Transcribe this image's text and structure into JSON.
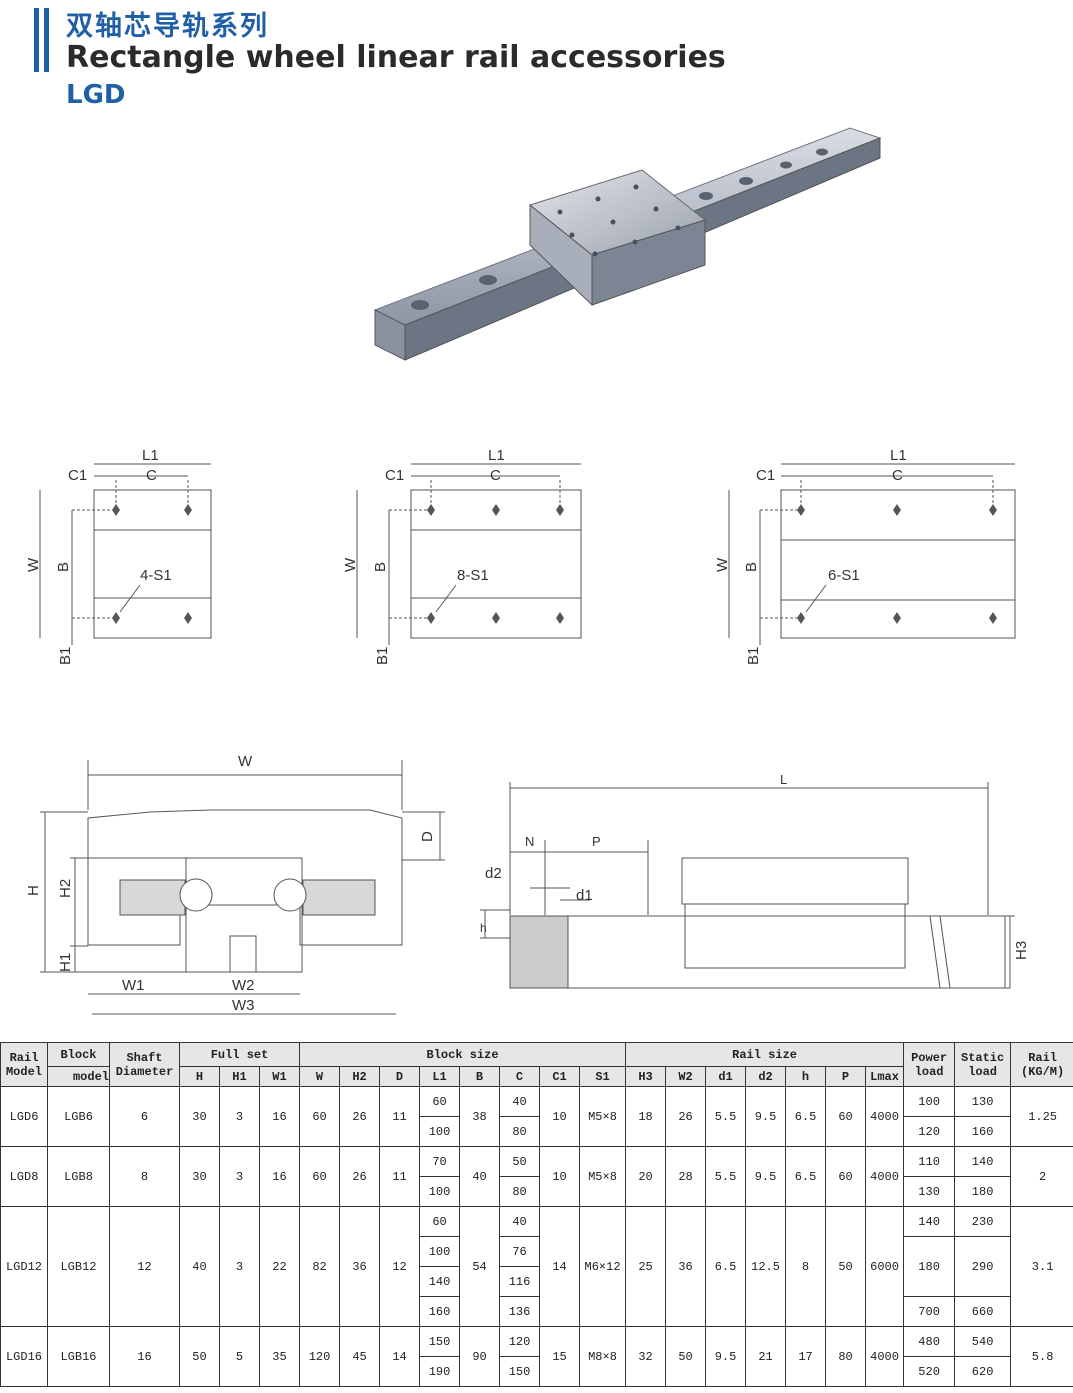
{
  "header": {
    "title_cn": "双轴芯导轨系列",
    "title_en": "Rectangle wheel linear rail accessories",
    "model_code": "LGD"
  },
  "colors": {
    "accent": "#1f5fa6",
    "header_bg": "#e6e6e6"
  },
  "drawings": {
    "top_views": [
      {
        "hole_label": "4-S1"
      },
      {
        "hole_label": "8-S1"
      },
      {
        "hole_label": "6-S1"
      }
    ],
    "dim_labels": {
      "L1": "L1",
      "C1": "C1",
      "C": "C",
      "W": "W",
      "B": "B",
      "B1": "B1",
      "H": "H",
      "H1": "H1",
      "H2": "H2",
      "D": "D",
      "W1": "W1",
      "W2": "W2",
      "W3": "W3",
      "L": "L",
      "N": "N",
      "P": "P",
      "d1": "d1",
      "d2": "d2",
      "h": "h",
      "H3": "H3"
    }
  },
  "table": {
    "groups": {
      "rail_model": "Rail Model",
      "block_top": "Block",
      "block_bottom": "model",
      "shaft": "Shaft Diameter",
      "full_set": "Full set",
      "block_size": "Block size",
      "rail_size": "Rail size",
      "power": "Power load",
      "static": "Static load",
      "rail_kg": "Rail (KG/M)"
    },
    "subheaders": [
      "H",
      "H1",
      "W1",
      "W",
      "H2",
      "D",
      "L1",
      "B",
      "C",
      "C1",
      "S1",
      "H3",
      "W2",
      "d1",
      "d2",
      "h",
      "P",
      "Lmax"
    ],
    "rows": [
      {
        "rail_model": "LGD6",
        "block_model": "LGB6",
        "shaft": "6",
        "H": "30",
        "H1": "3",
        "W1": "16",
        "W": "60",
        "H2": "26",
        "D": "11",
        "L1": [
          "60",
          "100"
        ],
        "B": "38",
        "C": [
          "40",
          "80"
        ],
        "C1": "10",
        "S1": "M5×8",
        "H3": "18",
        "W2": "26",
        "d1": "5.5",
        "d2": "9.5",
        "h": "6.5",
        "P": "60",
        "Lmax": "4000",
        "power": [
          "100",
          "120"
        ],
        "static": [
          "130",
          "160"
        ],
        "kg": "1.25"
      },
      {
        "rail_model": "LGD8",
        "block_model": "LGB8",
        "shaft": "8",
        "H": "30",
        "H1": "3",
        "W1": "16",
        "W": "60",
        "H2": "26",
        "D": "11",
        "L1": [
          "70",
          "100"
        ],
        "B": "40",
        "C": [
          "50",
          "80"
        ],
        "C1": "10",
        "S1": "M5×8",
        "H3": "20",
        "W2": "28",
        "d1": "5.5",
        "d2": "9.5",
        "h": "6.5",
        "P": "60",
        "Lmax": "4000",
        "power": [
          "110",
          "130"
        ],
        "static": [
          "140",
          "180"
        ],
        "kg": "2"
      },
      {
        "rail_model": "LGD12",
        "block_model": "LGB12",
        "shaft": "12",
        "H": "40",
        "H1": "3",
        "W1": "22",
        "W": "82",
        "H2": "36",
        "D": "12",
        "L1": [
          "60",
          "100",
          "140",
          "160"
        ],
        "B": "54",
        "C": [
          "40",
          "76",
          "116",
          "136"
        ],
        "C1": "14",
        "S1": "M6×12",
        "H3": "25",
        "W2": "36",
        "d1": "6.5",
        "d2": "12.5",
        "h": "8",
        "P": "50",
        "Lmax": "6000",
        "power": [
          "140",
          "180",
          "700"
        ],
        "static": [
          "230",
          "290",
          "660"
        ],
        "kg": "3.1"
      },
      {
        "rail_model": "LGD16",
        "block_model": "LGB16",
        "shaft": "16",
        "H": "50",
        "H1": "5",
        "W1": "35",
        "W": "120",
        "H2": "45",
        "D": "14",
        "L1": [
          "150",
          "190"
        ],
        "B": "90",
        "C": [
          "120",
          "150"
        ],
        "C1": "15",
        "S1": "M8×8",
        "H3": "32",
        "W2": "50",
        "d1": "9.5",
        "d2": "21",
        "h": "17",
        "P": "80",
        "Lmax": "4000",
        "power": [
          "480",
          "520"
        ],
        "static": [
          "540",
          "620"
        ],
        "kg": "5.8"
      }
    ]
  }
}
